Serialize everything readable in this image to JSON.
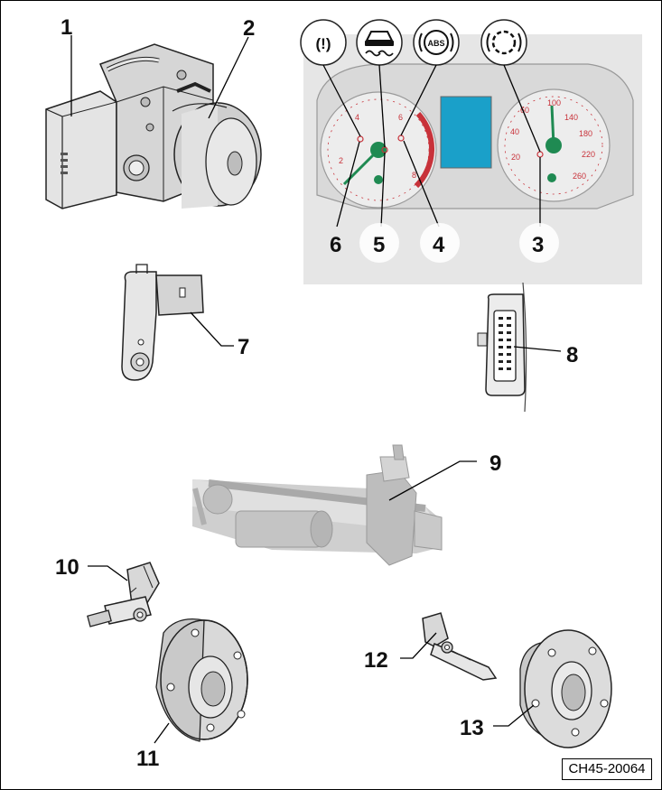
{
  "figure": {
    "code": "CH45-20064",
    "colors": {
      "outline": "#222222",
      "part_fill": "#d9d9d9",
      "part_shadow": "#a9a9a9",
      "cluster_bg": "#dedede",
      "gauge_red": "#c8323a",
      "needle_green": "#1f8a52",
      "display_blue": "#1aa0c9"
    },
    "callouts": [
      {
        "id": "1"
      },
      {
        "id": "2"
      },
      {
        "id": "3"
      },
      {
        "id": "4"
      },
      {
        "id": "5"
      },
      {
        "id": "6"
      },
      {
        "id": "7"
      },
      {
        "id": "8"
      },
      {
        "id": "9"
      },
      {
        "id": "10"
      },
      {
        "id": "11"
      },
      {
        "id": "12"
      },
      {
        "id": "13"
      }
    ],
    "warning_lamps": [
      {
        "symbol": "(!)",
        "icon": "brake-warning-icon"
      },
      {
        "symbol": "",
        "icon": "traction-control-icon"
      },
      {
        "symbol": "ABS",
        "icon": "abs-warning-icon"
      },
      {
        "symbol": "",
        "icon": "brake-pad-wear-icon"
      }
    ],
    "speedometer_labels": [
      "20",
      "40",
      "60",
      "100",
      "140",
      "180",
      "220",
      "260"
    ],
    "tachometer_labels": [
      "2",
      "4",
      "6",
      "8"
    ]
  }
}
